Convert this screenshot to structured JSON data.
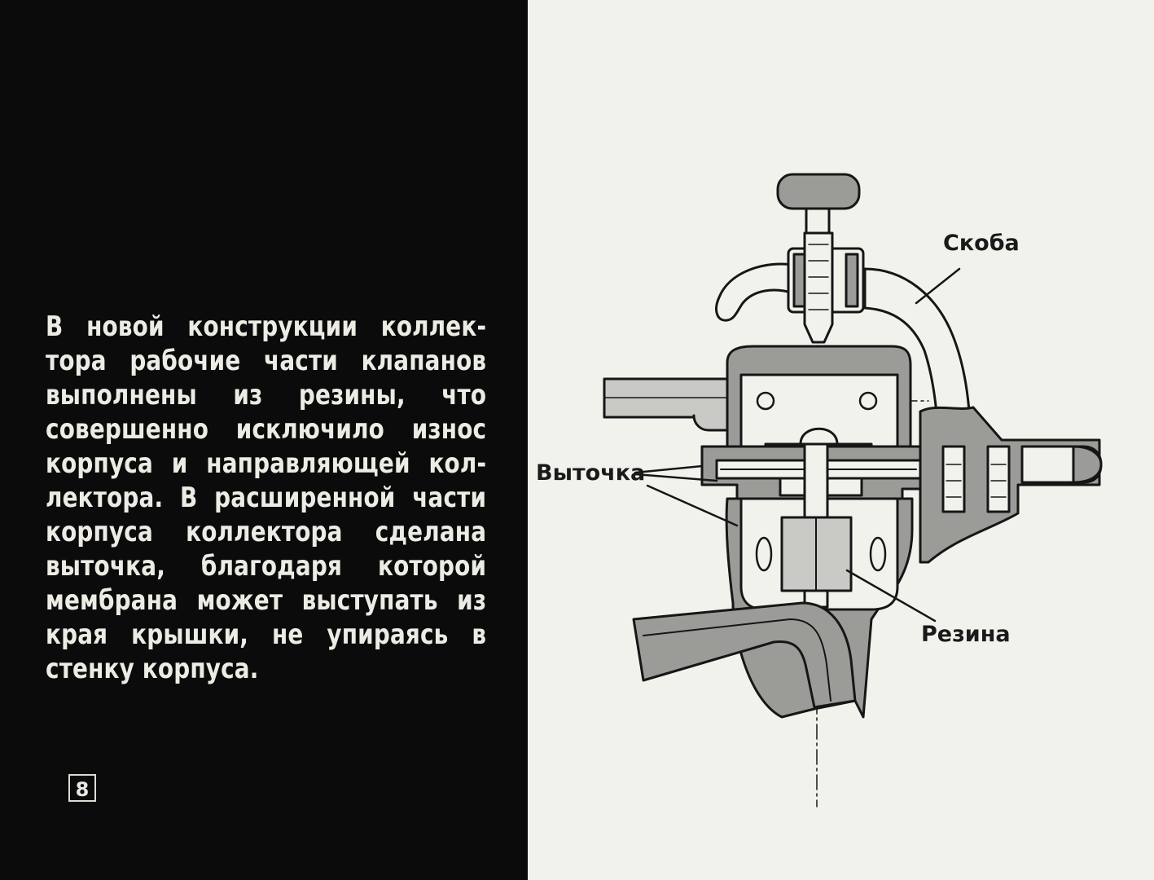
{
  "caption": {
    "lines": [
      "В новой конструкции коллек-",
      "тора рабочие части клапанов",
      "выполнены из резины, что",
      "совершенно исключило износ",
      "корпуса и направляющей кол-",
      "лектора. В расширенной части",
      "корпуса коллектора сделана",
      "выточка, благодаря которой",
      "мембрана может выступать из",
      "края крышки, не упираясь в",
      "стенку корпуса."
    ]
  },
  "page_number": "8",
  "diagram": {
    "labels": {
      "skoba": "Скоба",
      "vytochka": "Выточка",
      "rezina": "Резина"
    },
    "colors": {
      "gray": "#9b9b98",
      "light_gray": "#c9c9c5",
      "outline": "#161616",
      "paper": "#f2f2ed"
    }
  }
}
